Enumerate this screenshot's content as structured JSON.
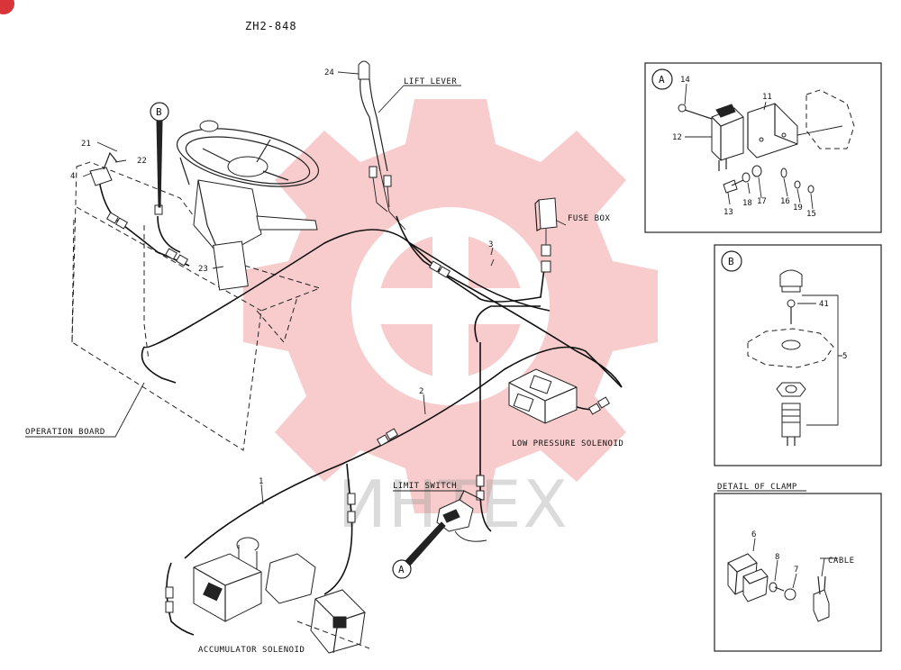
{
  "drawing_id": "ZH2-848",
  "watermark": "ИНТЕХ",
  "labels": {
    "lift_lever": "LIFT LEVER",
    "fuse_box": "FUSE BOX",
    "operation_board": "OPERATION BOARD",
    "low_pressure_solenoid": "LOW PRESSURE SOLENOID",
    "limit_switch": "LIMIT SWITCH",
    "accumulator_solenoid": "ACCUMULATOR SOLENOID",
    "detail_of_clamp": "DETAIL OF CLAMP",
    "cable": "CABLE"
  },
  "callouts": {
    "A": "A",
    "B": "B"
  },
  "part_numbers": {
    "p1": "1",
    "p2": "2",
    "p3": "3",
    "p4": "4",
    "p5": "5",
    "p6": "6",
    "p7": "7",
    "p8": "8",
    "p11": "11",
    "p12": "12",
    "p13": "13",
    "p14": "14",
    "p15": "15",
    "p16": "16",
    "p17": "17",
    "p18": "18",
    "p19": "19",
    "p21": "21",
    "p22": "22",
    "p23": "23",
    "p24": "24",
    "p41": "41"
  },
  "colors": {
    "line": "#222222",
    "watermark_gear": "#f3a3a3",
    "watermark_text": "#9a9a9a",
    "corner_badge": "#d9343a"
  }
}
